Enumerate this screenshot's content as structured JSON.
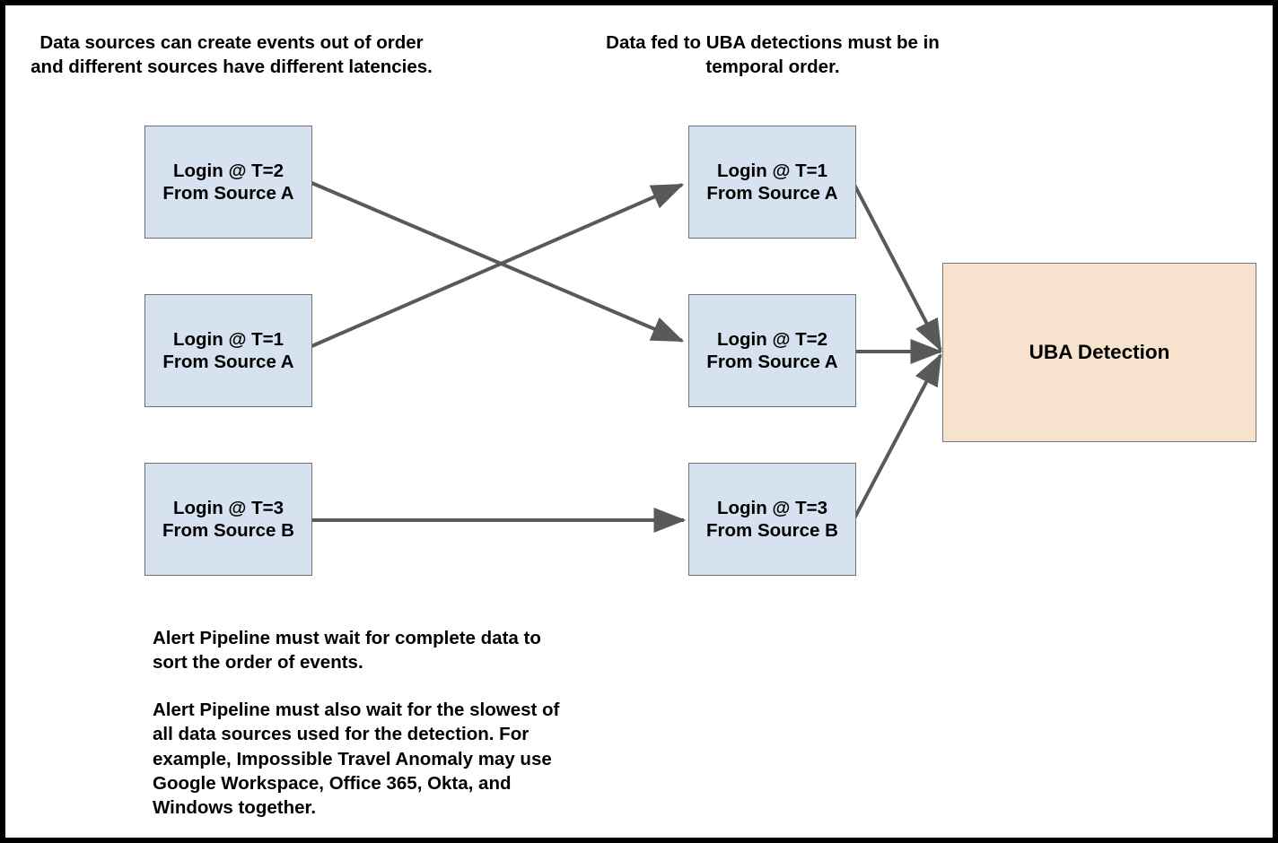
{
  "diagram": {
    "title_left": "Data sources can create events out of order and different sources have different latencies.",
    "title_right": "Data fed to UBA detections must be in temporal order.",
    "captions": [
      {
        "id": "left-caption",
        "line1": "Data sources can create events out of order",
        "line2": "and different sources have different latencies."
      },
      {
        "id": "right-caption",
        "line1": "Data fed to UBA detections must be in",
        "line2": "temporal order."
      }
    ],
    "source_nodes": [
      {
        "id": "source-login-t2-a",
        "line1": "Login @ T=2",
        "line2": "From Source A"
      },
      {
        "id": "source-login-t1-a",
        "line1": "Login @ T=1",
        "line2": "From Source A"
      },
      {
        "id": "source-login-t3-b",
        "line1": "Login @ T=3",
        "line2": "From Source B"
      }
    ],
    "ordered_nodes": [
      {
        "id": "ordered-login-t1-a",
        "line1": "Login @ T=1",
        "line2": "From Source A"
      },
      {
        "id": "ordered-login-t2-a",
        "line1": "Login @ T=2",
        "line2": "From Source A"
      },
      {
        "id": "ordered-login-t3-b",
        "line1": "Login @ T=3",
        "line2": "From Source B"
      }
    ],
    "detection_node": {
      "id": "uba-detection",
      "label": "UBA Detection"
    },
    "notes": [
      {
        "id": "note-sort-order",
        "lines": [
          "Alert Pipeline must wait for complete data to",
          "sort the order of events."
        ]
      },
      {
        "id": "note-slowest-source",
        "lines": [
          "Alert Pipeline must also wait for the slowest of",
          "all data sources used for the detection. For",
          "example, Impossible Travel Anomaly may use",
          "Google Workspace, Office 365, Okta, and",
          "Windows together."
        ]
      }
    ],
    "edges": [
      {
        "id": "edge-t2a-to-ordered-t2a",
        "from": "source-login-t2-a",
        "to": "ordered-login-t2-a"
      },
      {
        "id": "edge-t1a-to-ordered-t1a",
        "from": "source-login-t1-a",
        "to": "ordered-login-t1-a"
      },
      {
        "id": "edge-t3b-to-ordered-t3b",
        "from": "source-login-t3-b",
        "to": "ordered-login-t3-b"
      },
      {
        "id": "edge-ordered-t1a-to-detection",
        "from": "ordered-login-t1-a",
        "to": "uba-detection"
      },
      {
        "id": "edge-ordered-t2a-to-detection",
        "from": "ordered-login-t2-a",
        "to": "uba-detection"
      },
      {
        "id": "edge-ordered-t3b-to-detection",
        "from": "ordered-login-t3-b",
        "to": "uba-detection"
      }
    ],
    "colors": {
      "event_fill": "#d6e2f0",
      "event_stroke": "#6e7277",
      "detection_fill": "#f7e3cd",
      "detection_stroke": "#7a7a7a",
      "arrow": "#595959",
      "frame": "#000000",
      "text": "#000000",
      "background": "#ffffff"
    }
  }
}
